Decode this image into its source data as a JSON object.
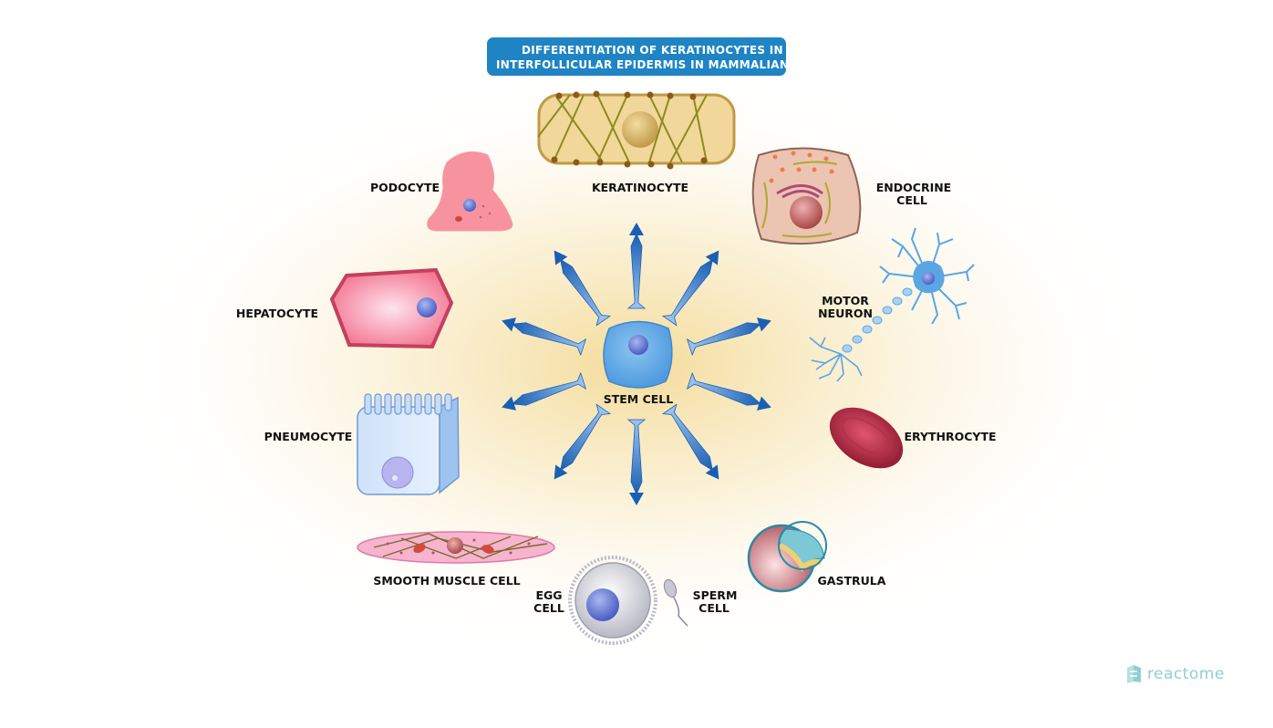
{
  "title": {
    "line1": "DIFFERENTIATION OF KERATINOCYTES IN",
    "line2": "INTERFOLLICULAR EPIDERMIS IN MAMMALIAN S"
  },
  "center": {
    "label": "STEM CELL"
  },
  "cells": {
    "keratinocyte": "KERATINOCYTE",
    "podocyte": "PODOCYTE",
    "endocrine_1": "ENDOCRINE",
    "endocrine_2": "CELL",
    "hepatocyte": "HEPATOCYTE",
    "motor_1": "MOTOR",
    "motor_2": "NEURON",
    "pneumocyte": "PNEUMOCYTE",
    "erythrocyte": "ERYTHROCYTE",
    "smooth_muscle": "SMOOTH MUSCLE CELL",
    "egg_1": "EGG",
    "egg_2": "CELL",
    "sperm_1": "SPERM",
    "sperm_2": "CELL",
    "gastrula": "GASTRULA"
  },
  "brand": {
    "name": "reactome"
  },
  "colors": {
    "title_bg": "#1e84c4",
    "arrow": "#1a5fb4",
    "stem_cell": "#5aa6e3",
    "glow": "#f5dc9a"
  }
}
